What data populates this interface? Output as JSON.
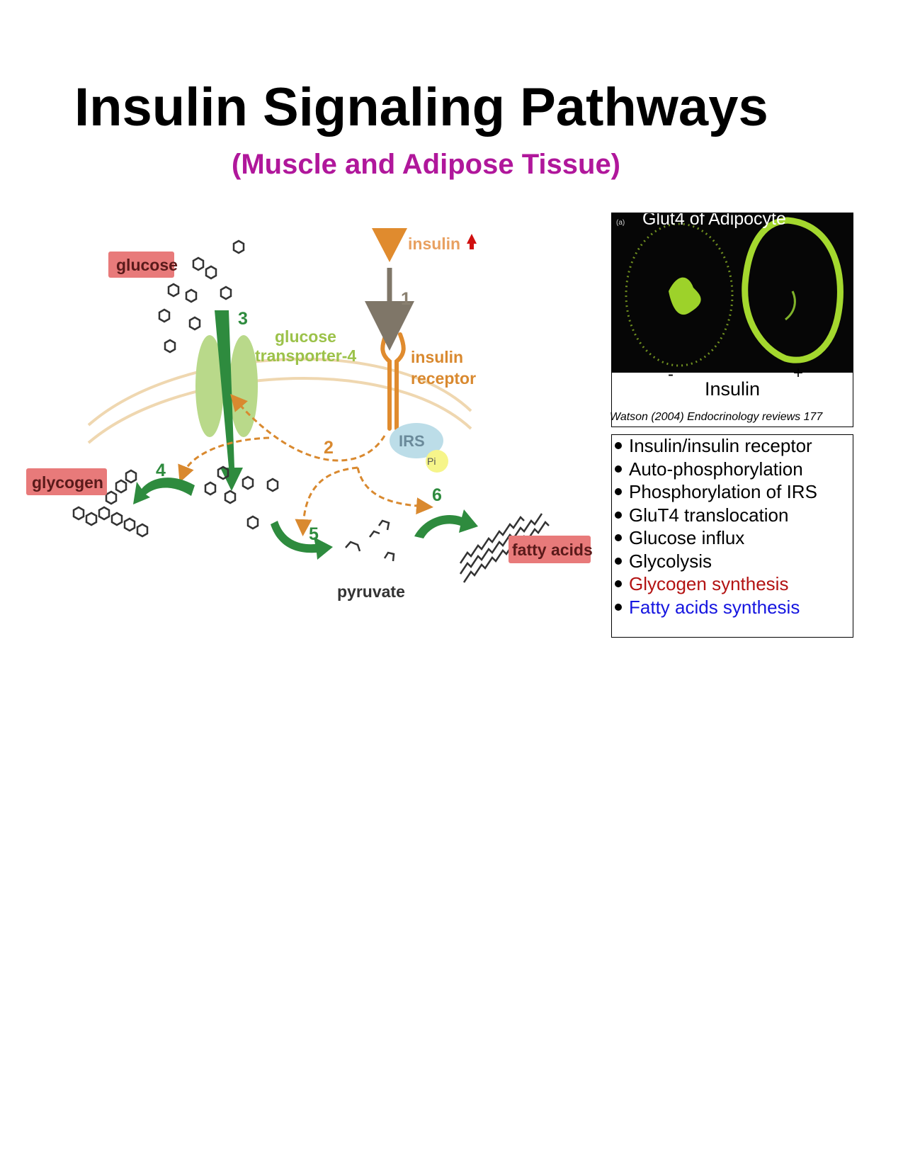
{
  "title": "Insulin Signaling Pathways",
  "subtitle": "(Muscle and Adipose Tissue)",
  "diagram": {
    "labels": {
      "glucose": "glucose",
      "glycogen": "glycogen",
      "fatty_acids": "fatty acids",
      "pyruvate": "pyruvate",
      "insulin": "insulin",
      "glucose_transporter_line1": "glucose",
      "glucose_transporter_line2": "transporter-4",
      "insulin_receptor_line1": "insulin",
      "insulin_receptor_line2": "receptor",
      "irs": "IRS",
      "pi": "Pi"
    },
    "step_numbers": {
      "s1": "1",
      "s2": "2",
      "s3": "3",
      "s4": "4",
      "s5": "5",
      "s6": "6"
    },
    "colors": {
      "label_box": "#e87a7a",
      "transporter": "#b9d98a",
      "transporter_label": "#9cc24a",
      "insulin_orange": "#e08b2e",
      "receptor_label": "#d9892f",
      "membrane": "#efd7b0",
      "green_arrow": "#2e8b3e",
      "dashed_arrow": "#d9892f",
      "irs_fill": "#bcdde8",
      "pi_fill": "#f6f58a",
      "up_arrow": "#d01010"
    }
  },
  "micrograph": {
    "panel_tag": "(a)",
    "title": "Glut4 of Adipocyte",
    "minus_label": "-",
    "plus_label": "+",
    "axis_label": "Insulin",
    "citation": "Watson (2004) Endocrinology reviews 177"
  },
  "steps_list": [
    {
      "text": "Insulin/insulin receptor",
      "color": "#000000"
    },
    {
      "text": "Auto-phosphorylation",
      "color": "#000000"
    },
    {
      "text": "Phosphorylation of IRS",
      "color": "#000000"
    },
    {
      "text": "GluT4 translocation",
      "color": "#000000"
    },
    {
      "text": "Glucose influx",
      "color": "#000000"
    },
    {
      "text": "Glycolysis",
      "color": "#000000"
    },
    {
      "text": "Glycogen synthesis",
      "color": "#b31313"
    },
    {
      "text": "Fatty acids synthesis",
      "color": "#1515e0"
    }
  ]
}
